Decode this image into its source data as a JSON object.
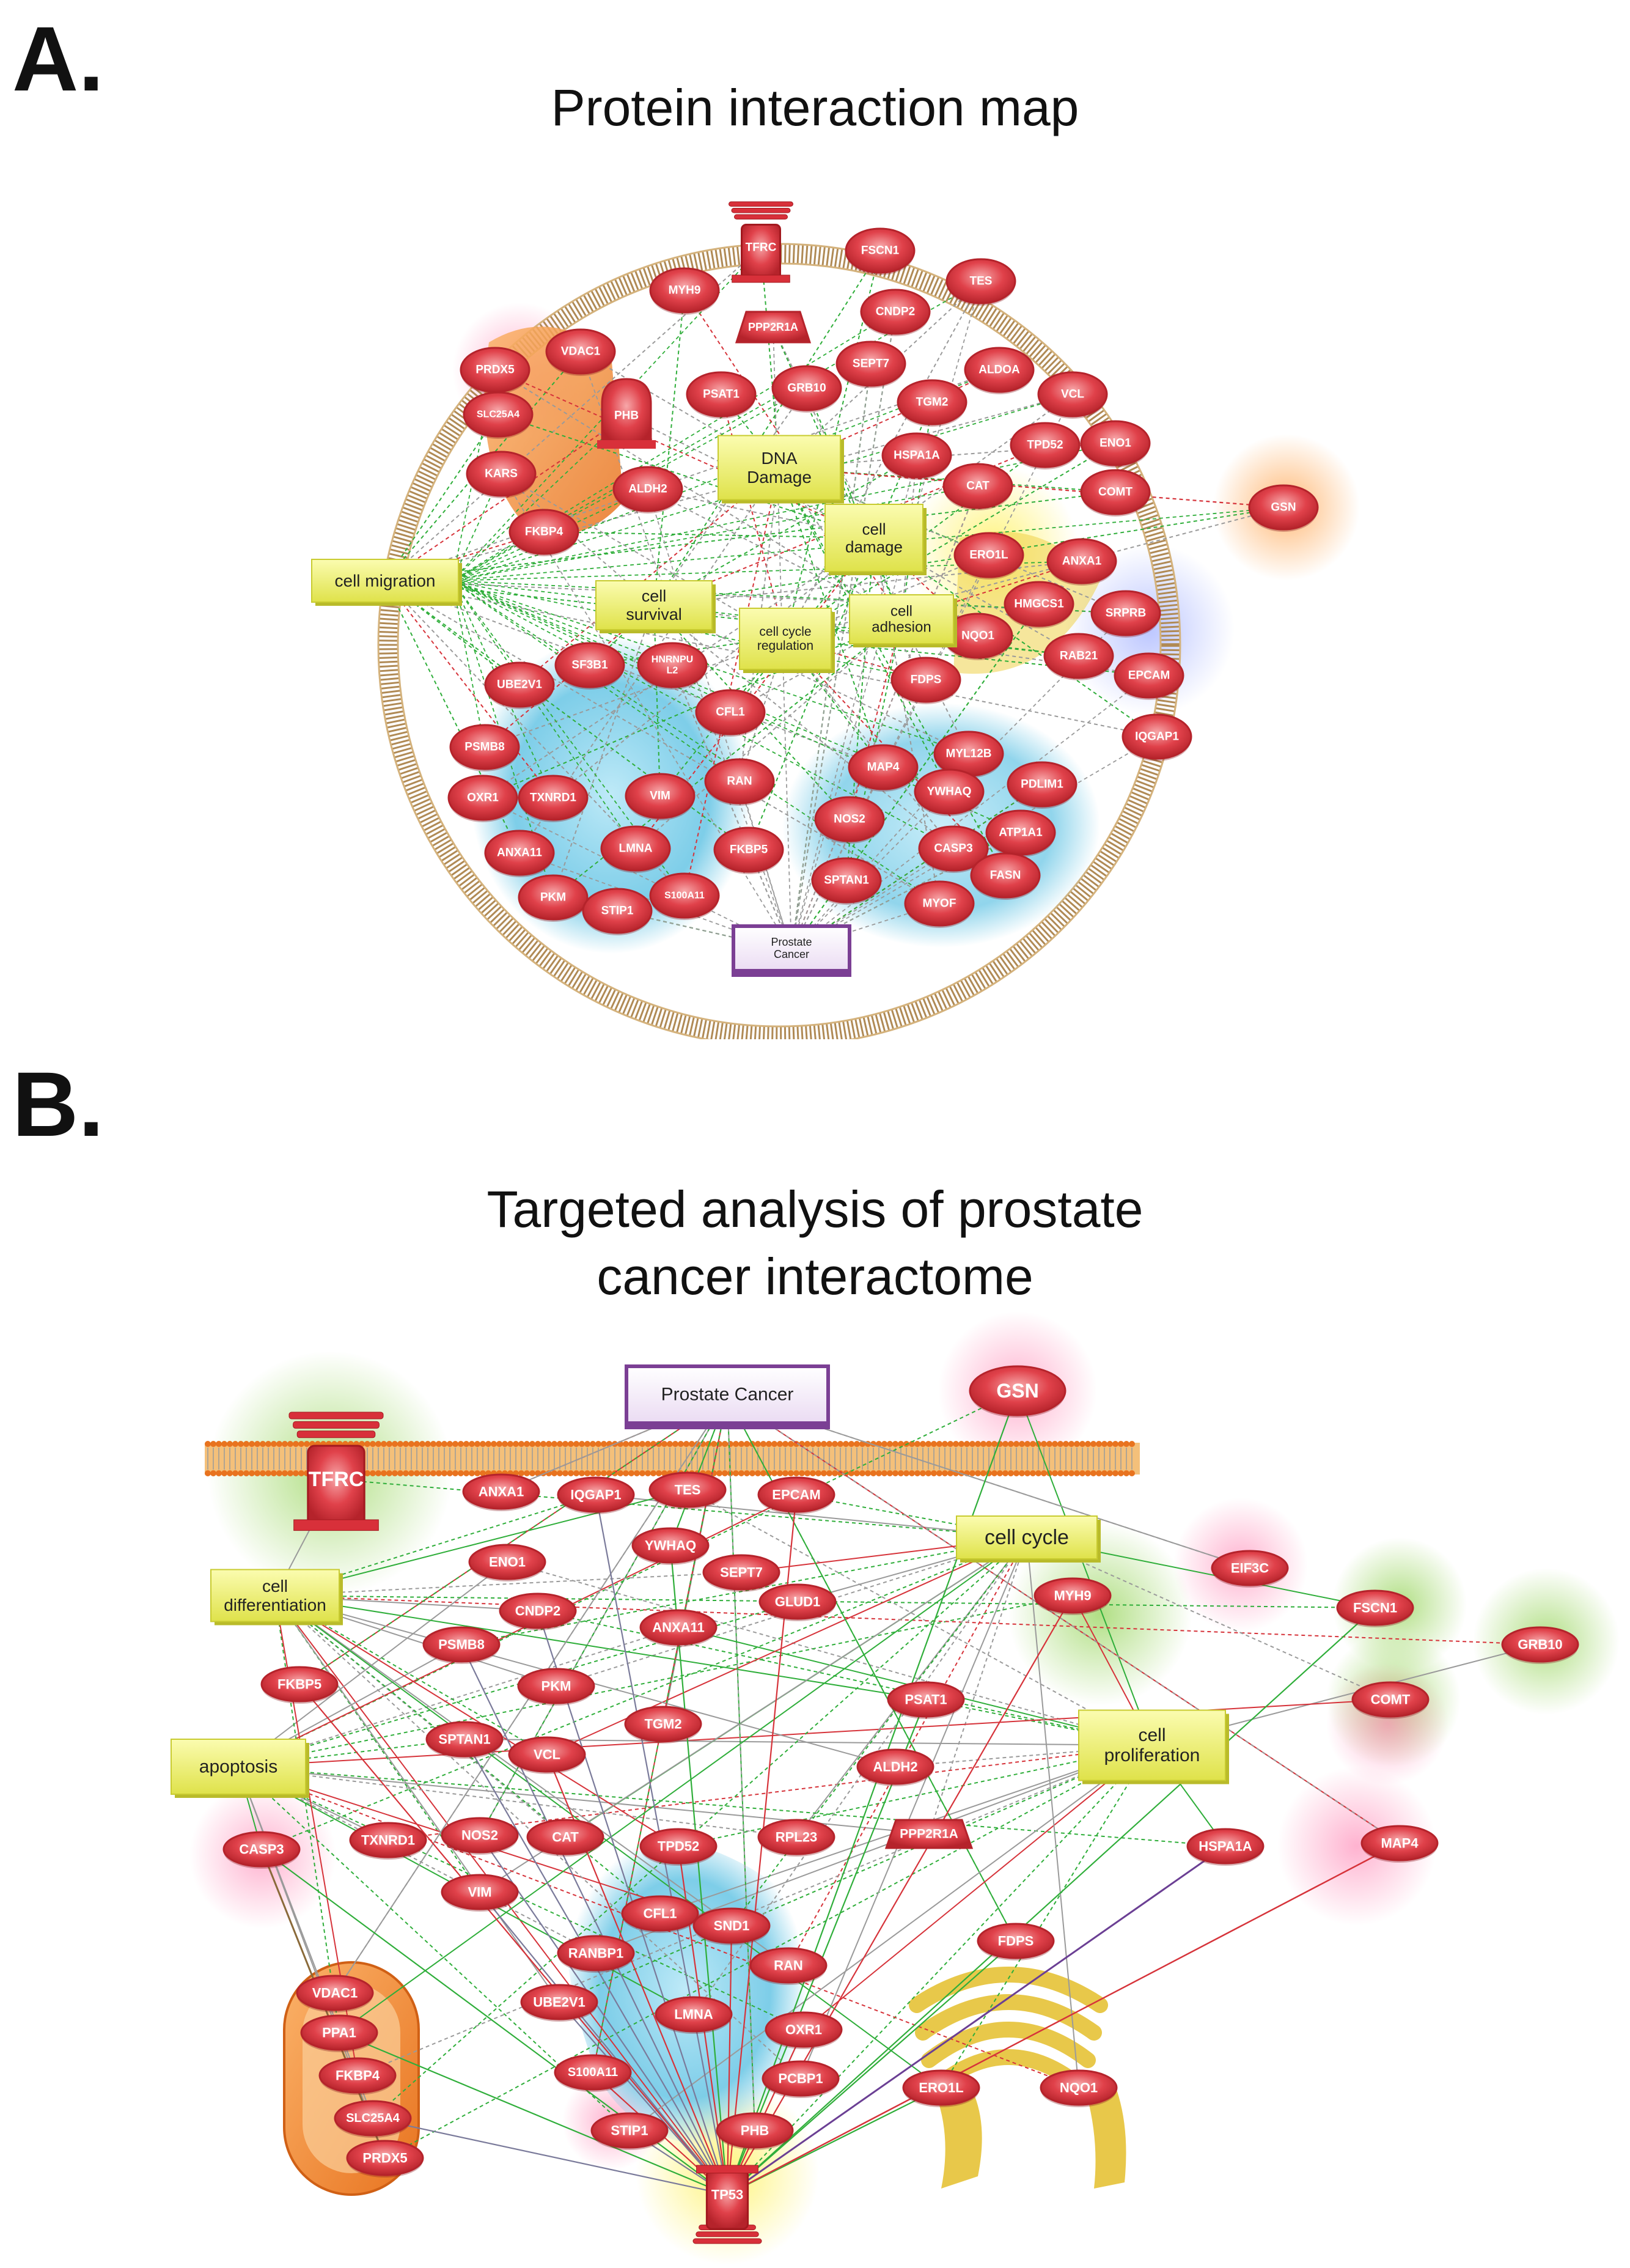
{
  "panelA": {
    "letter": "A.",
    "title": "Protein interaction map",
    "target": "Prostate Cancer",
    "proteins": [
      {
        "label": "TFRC",
        "glyph": "receptor"
      },
      {
        "label": "PPP2R1A",
        "glyph": "phosphatase"
      },
      {
        "label": "PHB",
        "glyph": "channel"
      },
      {
        "label": "FSCN1"
      },
      {
        "label": "TES"
      },
      {
        "label": "MYH9"
      },
      {
        "label": "CNDP2"
      },
      {
        "label": "VDAC1"
      },
      {
        "label": "PRDX5"
      },
      {
        "label": "SLC25A4"
      },
      {
        "label": "KARS"
      },
      {
        "label": "PSAT1"
      },
      {
        "label": "GRB10"
      },
      {
        "label": "SEPT7"
      },
      {
        "label": "ALDOA"
      },
      {
        "label": "TGM2"
      },
      {
        "label": "VCL"
      },
      {
        "label": "TPD52"
      },
      {
        "label": "ENO1"
      },
      {
        "label": "HSPA1A"
      },
      {
        "label": "CAT"
      },
      {
        "label": "COMT"
      },
      {
        "label": "ALDH2"
      },
      {
        "label": "FKBP4"
      },
      {
        "label": "GSN"
      },
      {
        "label": "ERO1L"
      },
      {
        "label": "ANXA1"
      },
      {
        "label": "HMGCS1"
      },
      {
        "label": "SRPRB"
      },
      {
        "label": "NQO1"
      },
      {
        "label": "RAB21"
      },
      {
        "label": "EPCAM"
      },
      {
        "label": "FDPS"
      },
      {
        "label": "SF3B1"
      },
      {
        "label": "HNRNPU\nL2"
      },
      {
        "label": "UBE2V1"
      },
      {
        "label": "CFL1"
      },
      {
        "label": "IQGAP1"
      },
      {
        "label": "PSMB8"
      },
      {
        "label": "MAP4"
      },
      {
        "label": "MYL12B"
      },
      {
        "label": "PDLIM1"
      },
      {
        "label": "YWHAQ"
      },
      {
        "label": "OXR1"
      },
      {
        "label": "TXNRD1"
      },
      {
        "label": "VIM"
      },
      {
        "label": "RAN"
      },
      {
        "label": "NOS2"
      },
      {
        "label": "ATP1A1"
      },
      {
        "label": "ANXA11"
      },
      {
        "label": "LMNA"
      },
      {
        "label": "FKBP5"
      },
      {
        "label": "CASP3"
      },
      {
        "label": "FASN"
      },
      {
        "label": "PKM"
      },
      {
        "label": "STIP1"
      },
      {
        "label": "S100A11"
      },
      {
        "label": "SPTAN1"
      },
      {
        "label": "MYOF"
      }
    ],
    "processes": [
      {
        "label": "DNA\nDamage"
      },
      {
        "label": "cell\ndamage"
      },
      {
        "label": "cell migration"
      },
      {
        "label": "cell\nsurvival"
      },
      {
        "label": "cell cycle\nregulation"
      },
      {
        "label": "cell\nadhesion"
      }
    ]
  },
  "panelB": {
    "letter": "B.",
    "title_line1": "Targeted analysis of prostate",
    "title_line2": "cancer interactome",
    "target": "Prostate Cancer",
    "proteins": [
      {
        "label": "TFRC",
        "glyph": "receptor"
      },
      {
        "label": "TP53",
        "glyph": "receptor-inverted"
      },
      {
        "label": "PPP2R1A",
        "glyph": "phosphatase"
      },
      {
        "label": "GSN"
      },
      {
        "label": "ANXA1"
      },
      {
        "label": "IQGAP1"
      },
      {
        "label": "TES"
      },
      {
        "label": "EPCAM"
      },
      {
        "label": "ENO1"
      },
      {
        "label": "YWHAQ"
      },
      {
        "label": "SEPT7"
      },
      {
        "label": "CNDP2"
      },
      {
        "label": "GLUD1"
      },
      {
        "label": "MYH9"
      },
      {
        "label": "EIF3C"
      },
      {
        "label": "FSCN1"
      },
      {
        "label": "GRB10"
      },
      {
        "label": "PSMB8"
      },
      {
        "label": "ANXA11"
      },
      {
        "label": "FKBP5"
      },
      {
        "label": "PKM"
      },
      {
        "label": "PSAT1"
      },
      {
        "label": "COMT"
      },
      {
        "label": "SPTAN1"
      },
      {
        "label": "TGM2"
      },
      {
        "label": "VCL"
      },
      {
        "label": "ALDH2"
      },
      {
        "label": "CASP3"
      },
      {
        "label": "TXNRD1"
      },
      {
        "label": "NOS2"
      },
      {
        "label": "CAT"
      },
      {
        "label": "TPD52"
      },
      {
        "label": "RPL23"
      },
      {
        "label": "HSPA1A"
      },
      {
        "label": "MAP4"
      },
      {
        "label": "VIM"
      },
      {
        "label": "CFL1"
      },
      {
        "label": "SND1"
      },
      {
        "label": "RANBP1"
      },
      {
        "label": "FDPS"
      },
      {
        "label": "RAN"
      },
      {
        "label": "UBE2V1"
      },
      {
        "label": "LMNA"
      },
      {
        "label": "OXR1"
      },
      {
        "label": "VDAC1"
      },
      {
        "label": "PPA1"
      },
      {
        "label": "FKBP4"
      },
      {
        "label": "SLC25A4"
      },
      {
        "label": "PRDX5"
      },
      {
        "label": "S100A11"
      },
      {
        "label": "PCBP1"
      },
      {
        "label": "ERO1L"
      },
      {
        "label": "NQO1"
      },
      {
        "label": "STIP1"
      },
      {
        "label": "PHB"
      }
    ],
    "processes": [
      {
        "label": "cell cycle"
      },
      {
        "label": "cell\ndifferentiation"
      },
      {
        "label": "apoptosis"
      },
      {
        "label": "cell\nproliferation"
      }
    ]
  },
  "colors": {
    "node_fill": "#e0414a",
    "node_stroke": "#b5232b",
    "process_fill": "#eef06a",
    "target_fill": "#7b3f94",
    "edge_activation": "#2fae3a",
    "edge_inhibition": "#d6333a",
    "edge_neutral": "#9a9a9a",
    "membrane": "#b08a55",
    "mitochondrion": "#f0883a",
    "nucleus": "#6fc8e6",
    "golgi": "#e8c84a"
  }
}
